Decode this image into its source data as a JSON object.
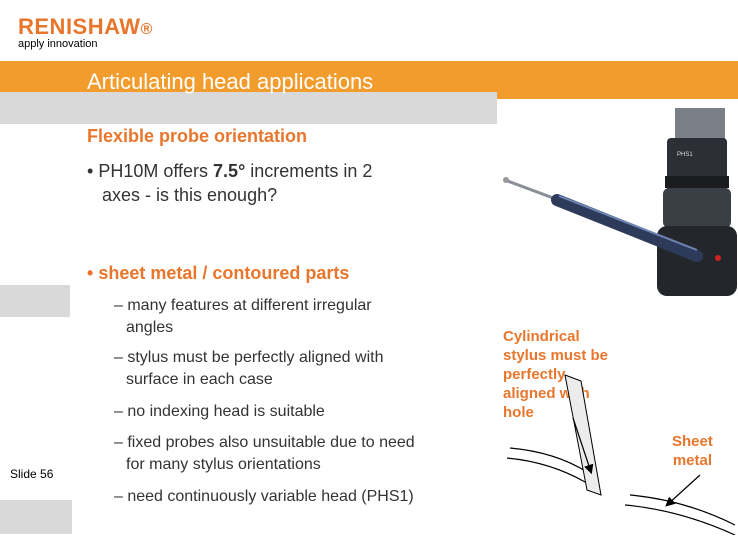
{
  "header": {
    "logo_text": "RENISHAW",
    "tagline": "apply innovation",
    "title": "Articulating head applications"
  },
  "content": {
    "heading": "Flexible probe orientation",
    "bullet1_prefix": "PH10M offers ",
    "bullet1_bold": "7.5°",
    "bullet1_suffix": " increments in 2",
    "bullet1_line2": "axes - is this enough?",
    "bullet2": "sheet metal / contoured parts",
    "subitems": [
      {
        "line1": "– many features at different irregular",
        "line2": "angles"
      },
      {
        "line1": "– stylus must be perfectly aligned with",
        "line2": "surface in each case"
      },
      {
        "line1": "– no indexing head is suitable",
        "line2": ""
      },
      {
        "line1": "– fixed probes also unsuitable due to need",
        "line2": "for many stylus orientations"
      },
      {
        "line1": "– need continuously variable head (PHS1)",
        "line2": ""
      }
    ]
  },
  "callouts": {
    "cylindrical": [
      "Cylindrical",
      "stylus must be",
      "perfectly",
      "aligned with",
      "hole"
    ],
    "sheet": [
      "Sheet",
      "metal"
    ]
  },
  "photo": {
    "head_label": "PHS1"
  },
  "footer": {
    "slide": "Slide 56"
  },
  "colors": {
    "brand": "#e8762c",
    "band": "#f39c2e",
    "gray": "#d9d9d9"
  }
}
